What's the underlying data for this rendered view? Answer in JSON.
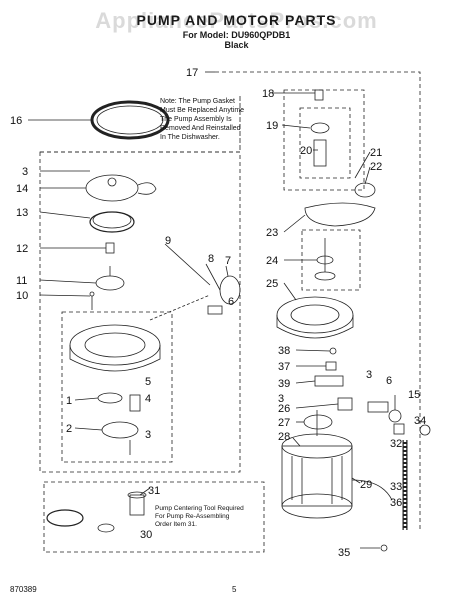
{
  "header": {
    "title": "PUMP AND MOTOR PARTS",
    "watermark": "AppliancePartsPros.com",
    "model_line": "For Model: DU960QPDB1",
    "color_line": "Black"
  },
  "notes": {
    "gasket_note": [
      "Note: The Pump Gasket",
      "Must Be Replaced Anytime",
      "The Pump Assembly Is",
      "Removed And Reinstalled",
      "In The Dishwasher."
    ],
    "centering_note": [
      "Pump Centering Tool Required",
      "For Pump Re-Assembling",
      "Order Item 31."
    ]
  },
  "callouts": [
    "1",
    "2",
    "3",
    "4",
    "5",
    "6",
    "7",
    "8",
    "9",
    "10",
    "11",
    "12",
    "13",
    "14",
    "15",
    "16",
    "17",
    "18",
    "19",
    "20",
    "21",
    "22",
    "23",
    "24",
    "25",
    "26",
    "27",
    "28",
    "29",
    "30",
    "31",
    "32",
    "33",
    "34",
    "35",
    "36",
    "37",
    "38",
    "39"
  ],
  "footer": {
    "doc_number": "870389",
    "page_number": "5"
  }
}
